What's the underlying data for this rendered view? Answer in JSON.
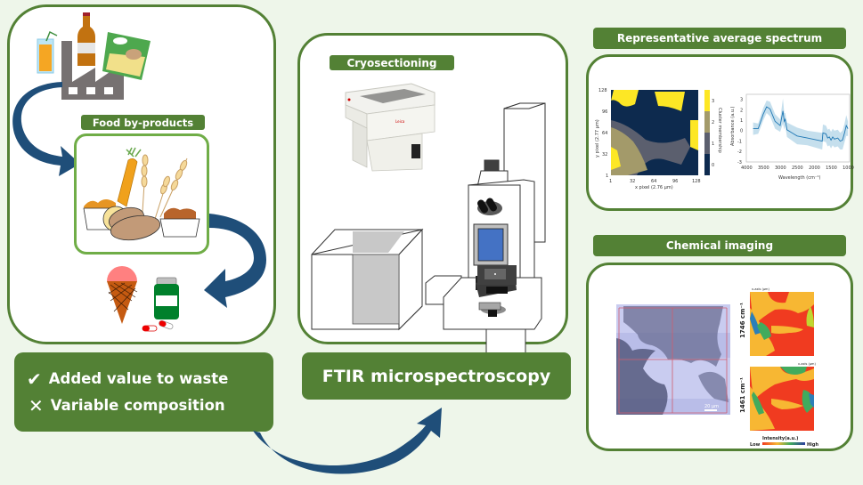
{
  "colors": {
    "background": "#eef6ea",
    "accent_green": "#538135",
    "arrow_blue": "#1f4e79",
    "panel_white": "#ffffff"
  },
  "left_panel": {
    "label": "Food by-products",
    "icons": [
      "juice-glass-icon",
      "bottle-icon",
      "factory-icon",
      "chips-bag-icon",
      "carrot-icon",
      "wheat-icon",
      "potato-icon",
      "ice-cream-icon",
      "supplement-jar-icon",
      "capsules-icon"
    ]
  },
  "benefits_box": {
    "items": [
      {
        "icon": "check-icon",
        "text": "Added value to waste"
      },
      {
        "icon": "cross-icon",
        "text": "Variable composition"
      }
    ]
  },
  "center_panel": {
    "label": "Cryosectioning",
    "icons": [
      "cryostat-icon",
      "ftir-microscope-icon"
    ]
  },
  "method_box": {
    "text": "FTIR microspectroscopy"
  },
  "top_right": {
    "label": "Representative average spectrum",
    "cluster_map": {
      "ylabel": "y pixel (2.77 µm)",
      "xlabel": "x pixel (2.76 µm)",
      "x_ticks": [
        "1",
        "32",
        "64",
        "96",
        "128"
      ],
      "y_ticks": [
        "128",
        "96",
        "64",
        "32",
        "1"
      ],
      "colorbar_label": "Cluster membership",
      "colorbar_ticks": [
        "3",
        "2",
        "1",
        "0"
      ],
      "colorbar_colors": [
        "#fde725",
        "#a39a6a",
        "#5b5f6e",
        "#0d2a4e"
      ]
    }
  },
  "chart_data": {
    "type": "line",
    "title": "",
    "xlabel": "Wavelength (cm⁻¹)",
    "ylabel": "Absorbance (a.u.)",
    "xlim": [
      4000,
      950
    ],
    "ylim": [
      -3,
      3.5
    ],
    "x_ticks": [
      4000,
      3500,
      3000,
      2500,
      2000,
      1500,
      1000
    ],
    "y_ticks": [
      3,
      2,
      1,
      0,
      -1,
      -2,
      -3
    ],
    "series": [
      {
        "name": "mean",
        "x": [
          3800,
          3650,
          3500,
          3400,
          3300,
          3150,
          3000,
          2920,
          2880,
          2850,
          2800,
          2500,
          2200,
          1760,
          1740,
          1650,
          1600,
          1550,
          1500,
          1450,
          1400,
          1300,
          1230,
          1160,
          1100,
          1050,
          1000
        ],
        "values": [
          0.2,
          0.2,
          1.6,
          2.3,
          2.1,
          0.9,
          0.5,
          1.9,
          0.9,
          1.1,
          0.1,
          -0.5,
          -0.7,
          -1.0,
          -0.2,
          -0.3,
          -0.7,
          -0.6,
          -0.9,
          -0.6,
          -0.8,
          -0.7,
          -1.0,
          -0.9,
          -0.2,
          0.5,
          0.2
        ]
      },
      {
        "name": "std-band",
        "x": [
          3800,
          3650,
          3500,
          3400,
          3300,
          3150,
          3000,
          2920,
          2880,
          2850,
          2800,
          2500,
          2200,
          1760,
          1740,
          1650,
          1600,
          1550,
          1500,
          1450,
          1400,
          1300,
          1230,
          1160,
          1100,
          1050,
          1000
        ],
        "upper": [
          0.8,
          0.7,
          2.2,
          2.9,
          2.8,
          1.6,
          1.1,
          3.1,
          1.7,
          1.7,
          0.8,
          0.3,
          0.0,
          -0.2,
          0.6,
          0.5,
          0.1,
          0.2,
          -0.1,
          0.2,
          0.0,
          0.1,
          -0.2,
          0.0,
          0.7,
          1.5,
          0.9
        ],
        "lower": [
          -0.4,
          -0.3,
          1.0,
          1.7,
          1.4,
          0.2,
          -0.1,
          0.7,
          0.1,
          0.5,
          -0.6,
          -1.3,
          -1.4,
          -1.8,
          -1.0,
          -1.1,
          -1.5,
          -1.4,
          -1.7,
          -1.4,
          -1.6,
          -1.5,
          -1.8,
          -1.8,
          -1.1,
          -0.5,
          -0.5
        ]
      }
    ]
  },
  "bottom_right": {
    "label": "Chemical imaging",
    "micrograph_scale": "20 µm",
    "maps": [
      {
        "band": "1746 cm⁻¹",
        "axis_title": "x-axis (µm)"
      },
      {
        "band": "1461 cm⁻¹",
        "axis_title": "x-axis (µm)"
      }
    ],
    "intensity_label": "Intensity(a.u.)",
    "scale_low": "Low",
    "scale_high": "High"
  }
}
